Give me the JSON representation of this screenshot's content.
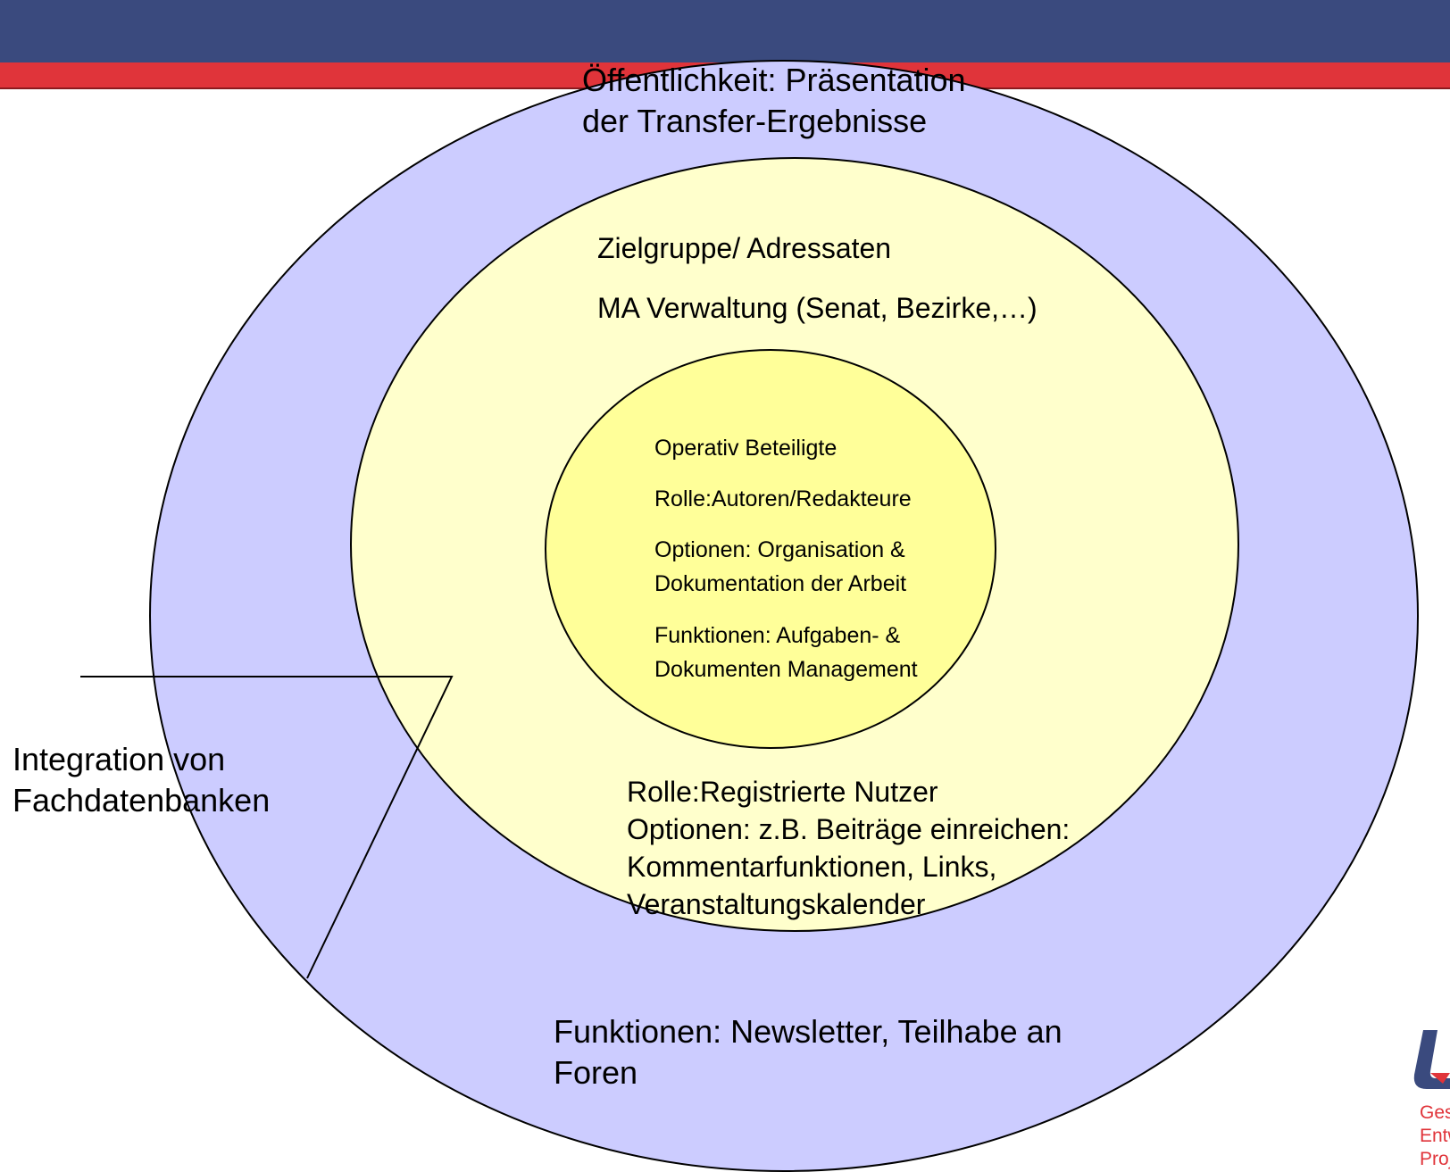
{
  "colors": {
    "header": "#3a4a7e",
    "stripe": "#e0343a",
    "outer_ring": "#ccccff",
    "middle_ring": "#ffffcc",
    "inner_ring": "#ffff99",
    "logo": "#e0343a"
  },
  "outer": {
    "top_line1": "Öffentlichkeit: Präsentation",
    "top_line2": "der Transfer-Ergebnisse",
    "bottom_line1": "Funktionen: Newsletter, Teilhabe an",
    "bottom_line2": "Foren"
  },
  "middle": {
    "line1": "Zielgruppe/ Adressaten",
    "line2": "MA Verwaltung (Senat, Bezirke,…)",
    "bottom_line1": "Rolle:Registrierte Nutzer",
    "bottom_line2": "Optionen: z.B. Beiträge einreichen:",
    "bottom_line3": "Kommentarfunktionen, Links,",
    "bottom_line4": "Veranstaltungskalender"
  },
  "inner": {
    "line1": "Operativ Beteiligte",
    "line2": "Rolle:Autoren/Redakteure",
    "line3": "Optionen: Organisation &",
    "line4": "Dokumentation der Arbeit",
    "line5": "Funktionen: Aufgaben- &",
    "line6": "Dokumenten Management"
  },
  "callout": {
    "line1": "Integration von",
    "line2": "Fachdatenbanken"
  },
  "logo": {
    "line1": "Gesellscha",
    "line2": "Entwicklun",
    "line3": "Projektma"
  }
}
